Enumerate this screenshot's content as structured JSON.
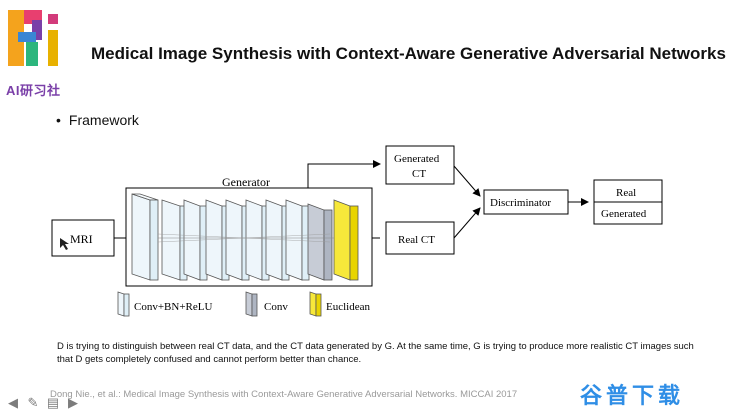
{
  "logo": {
    "text": "AI研习社"
  },
  "slide": {
    "title": "Medical Image Synthesis with Context-Aware Generative Adversarial Networks",
    "bullet": "Framework",
    "caption": "D is trying to distinguish between real CT data, and the CT data generated by G. At the same time, G is trying to produce more realistic CT images such that D gets completely confused and cannot perform better than chance."
  },
  "diagram": {
    "mri": "MRI",
    "generator": "Generator",
    "generated_ct_line1": "Generated",
    "generated_ct_line2": "CT",
    "real_ct": "Real CT",
    "discriminator": "Discriminator",
    "output_real": "Real",
    "output_generated": "Generated",
    "legend": {
      "conv_bn_relu": "Conv+BN+ReLU",
      "conv": "Conv",
      "euclidean": "Euclidean"
    },
    "colors": {
      "conv_bn_relu": "#dfeff7",
      "conv": "#b8bfcc",
      "euclidean": "#f5e200"
    }
  },
  "footer": {
    "citation": "Dong Nie., et al.: Medical Image Synthesis with Context-Aware Generative Adversarial Networks. MICCAI 2017",
    "watermark": "谷普下载",
    "icons": [
      "arrow-left-icon",
      "pencil-icon",
      "menu-icon",
      "arrow-right-icon"
    ]
  }
}
